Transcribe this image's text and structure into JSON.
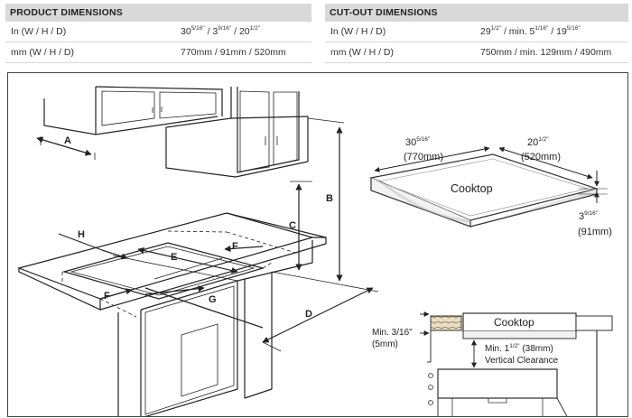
{
  "product_dimensions": {
    "title": "PRODUCT DIMENSIONS",
    "rows": [
      {
        "label": "In (W / H / D)",
        "v1": "30",
        "v1s": "5/16\"",
        "v2": " / 3",
        "v2s": "9/16\"",
        "v3": " / 20",
        "v3s": "1/2\""
      },
      {
        "label": "mm (W / H / D)",
        "value": "770mm / 91mm / 520mm"
      }
    ]
  },
  "cutout_dimensions": {
    "title": "CUT-OUT DIMENSIONS",
    "rows": [
      {
        "label": "In (W / H / D)",
        "v1": "29",
        "v1s": "1/2\"",
        "v2": " / min. 5",
        "v2s": "1/16\"",
        "v3": " / 19",
        "v3s": "5/16\""
      },
      {
        "label": "mm (W / H / D)",
        "value": "750mm / min. 129mm / 490mm"
      }
    ]
  },
  "diagram": {
    "letters": {
      "a": "A",
      "b": "B",
      "c": "C",
      "d": "D",
      "e": "E",
      "f1": "F",
      "f2": "F",
      "g": "G",
      "h": "H"
    },
    "cooktop_label": "Cooktop",
    "width_in": "30",
    "width_in_sup": "5/16\"",
    "width_mm": "(770mm)",
    "depth_in": "20",
    "depth_in_sup": "1/2\"",
    "depth_mm": "(520mm)",
    "height_in": "3",
    "height_in_sup": "9/16\"",
    "height_mm": "(91mm)",
    "section_cooktop_label": "Cooktop",
    "min_gap_line1": "Min. 3/16\"",
    "min_gap_line2": "(5mm)",
    "clearance_line1_a": "Min. 1",
    "clearance_line1_sup": "1/2\"",
    "clearance_line1_b": " (38mm)",
    "clearance_line2": "Vertical Clearance"
  }
}
